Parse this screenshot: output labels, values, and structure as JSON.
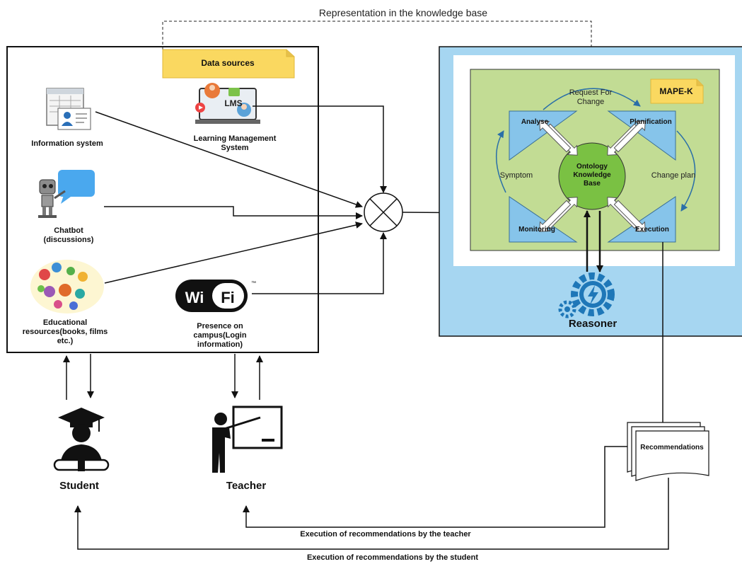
{
  "title": "Representation in the knowledge base",
  "data_sources": {
    "label": "Data sources",
    "items": [
      {
        "label": "Information system"
      },
      {
        "label": "Learning Management System",
        "icon_text": "LMS"
      },
      {
        "label": "Chatbot (discussions)"
      },
      {
        "label": "Educational resources(books, films etc.)"
      },
      {
        "label": "Presence on campus(Login information)",
        "icon_text": "Wi Fi",
        "tm": "™"
      }
    ]
  },
  "mape": {
    "tag": "MAPE-K",
    "analyse": "Analyse",
    "planification": "Planification",
    "monitoring": "Monitoring",
    "execution": "Execution",
    "knowledge_base": "Ontology Knowledge Base",
    "request_for_change": "Request For Change",
    "symptom": "Symptom",
    "change_plan": "Change plan"
  },
  "reasoner": "Reasoner",
  "recommendations": "Recommendations",
  "actors": {
    "student": "Student",
    "teacher": "Teacher"
  },
  "flows": {
    "teacher_exec": "Execution of recommendations by the teacher",
    "student_exec": "Execution of recommendations by the student"
  },
  "colors": {
    "outer_blue": "#a6d6f1",
    "mape_green": "#c2dc94",
    "triangle_blue": "#86c4ea",
    "kb_green": "#7ac143",
    "note_yellow": "#fad860",
    "reasoner_blue": "#1e77b8"
  }
}
